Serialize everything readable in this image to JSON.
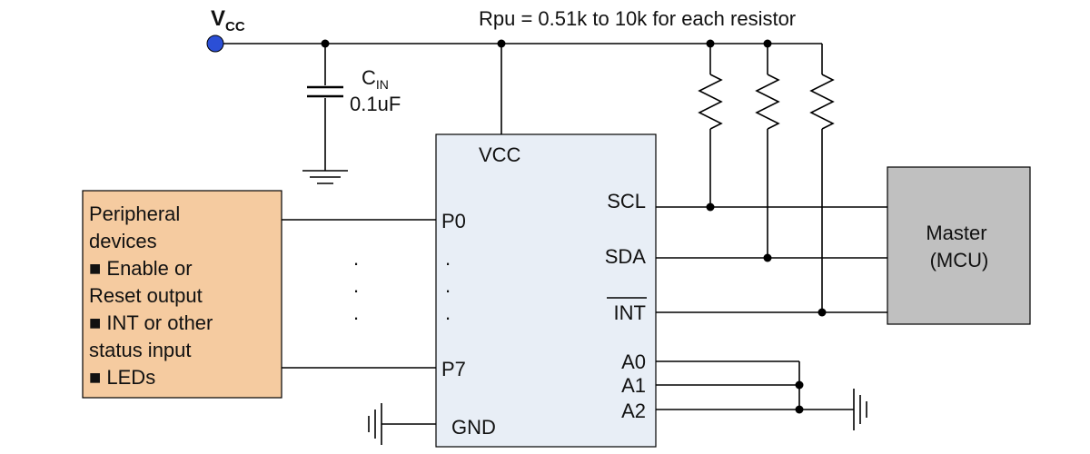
{
  "vcc_supply": {
    "main": "V",
    "sub": "CC"
  },
  "rpu_note": "Rpu = 0.51k to 10k for each resistor",
  "capacitor": {
    "name_main": "C",
    "name_sub": "IN",
    "value": "0.1uF"
  },
  "ic": {
    "vcc_pin": "VCC",
    "gnd_pin": "GND",
    "left_pins": [
      "P0",
      "P7"
    ],
    "right_pins": [
      "SCL",
      "SDA",
      "INT",
      "A0",
      "A1",
      "A2"
    ],
    "dots": "."
  },
  "peripheral": {
    "lines": [
      "Peripheral",
      "devices",
      "■ Enable or",
      "Reset output",
      "■ INT or other",
      "status input",
      "■ LEDs"
    ]
  },
  "master": {
    "lines": [
      "Master",
      "(MCU)"
    ]
  },
  "colors": {
    "ic_fill": "#e8eef6",
    "peripheral_fill": "#f5cba0",
    "master_fill": "#c0c0c0",
    "vcc_dot": "#2b4fd6"
  }
}
